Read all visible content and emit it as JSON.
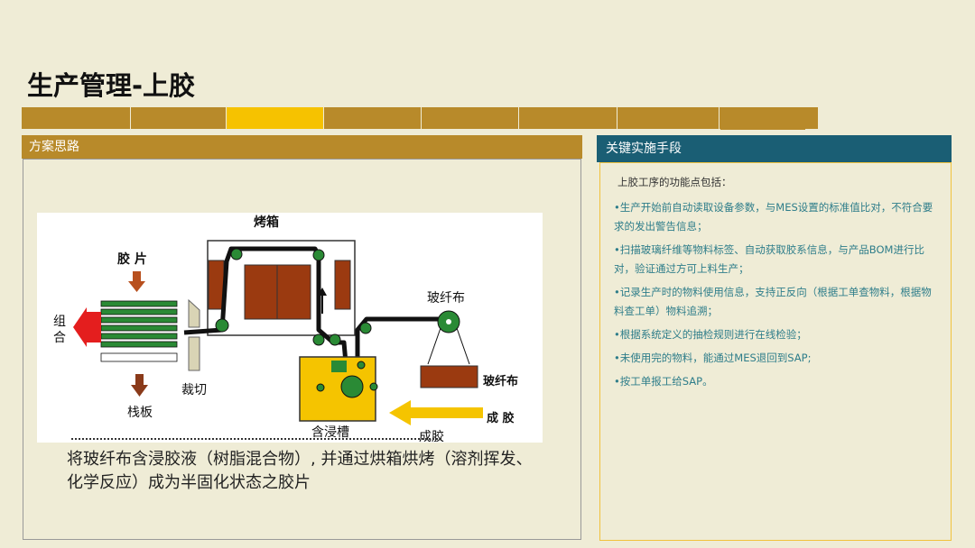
{
  "page": {
    "title": "生产管理-上胶"
  },
  "left_panel": {
    "header": "方案思路",
    "caption": "将玻纤布含浸胶液（树脂混合物）, 并通过烘箱烘烤（溶剂挥发、化学反应）成为半固化状态之胶片"
  },
  "diagram": {
    "oven_label": "烤箱",
    "prepreg_label": "胶 片",
    "combine_label": "组合",
    "pallet_label": "栈板",
    "cut_label": "裁切",
    "glass_cloth_label": "玻纤布",
    "glass_cloth_roll_label": "玻纤布",
    "tank_label": "含浸槽",
    "glue_label": "成胶",
    "glue_arrow_label": "成 胶"
  },
  "right_panel": {
    "header": "关键实施手段",
    "intro": "上胶工序的功能点包括：",
    "items": [
      "•生产开始前自动读取设备参数，与MES设置的标准值比对，不符合要求的发出警告信息；",
      "•扫描玻璃纤维等物料标签、自动获取胶系信息，与产品BOM进行比对，验证通过方可上料生产；",
      "•记录生产时的物料使用信息，支持正反向（根据工单查物料，根据物料查工单）物料追溯；",
      "•根据系统定义的抽检规则进行在线检验；",
      "•未使用完的物料，能通过MES退回到SAP;",
      "•按工单报工给SAP。"
    ]
  },
  "colors": {
    "nav": "#b88a2a",
    "nav_active": "#f6c200",
    "right_header": "#1a5e74",
    "right_text": "#2e7d8a",
    "brown": "#9b3a10",
    "green": "#2a8a35",
    "tank": "#f5c400",
    "arrow_red": "#e41e1e"
  }
}
